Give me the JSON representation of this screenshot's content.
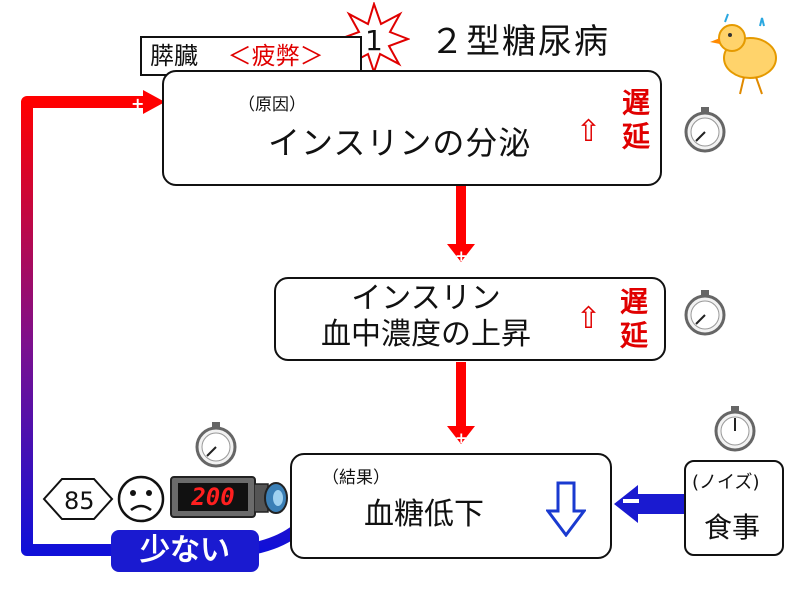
{
  "title": "２型糖尿病",
  "badge_number": "1",
  "organ": {
    "name": "膵臓",
    "state": "＜疲弊＞"
  },
  "nodes": {
    "cause": {
      "tag": "（原因）",
      "label": "インスリンの分泌",
      "arrow": "⇧",
      "delay": [
        "遅",
        "延"
      ]
    },
    "middle": {
      "line1": "インスリン",
      "line2": "血中濃度の上昇",
      "arrow": "⇧",
      "delay": [
        "遅",
        "延"
      ]
    },
    "result": {
      "tag": "（結果）",
      "label": "血糖低下"
    },
    "noise": {
      "tag": "(ノイズ)",
      "label": "食事"
    }
  },
  "signs": {
    "plus": "+",
    "minus": "−"
  },
  "sensor": {
    "speed_sign": "85",
    "meter_reading": "200"
  },
  "feedback_label": "少ない",
  "colors": {
    "accent_red": "#e00000",
    "feedback_blue": "#1a1ad0",
    "meter_red": "#ff1f1f"
  }
}
